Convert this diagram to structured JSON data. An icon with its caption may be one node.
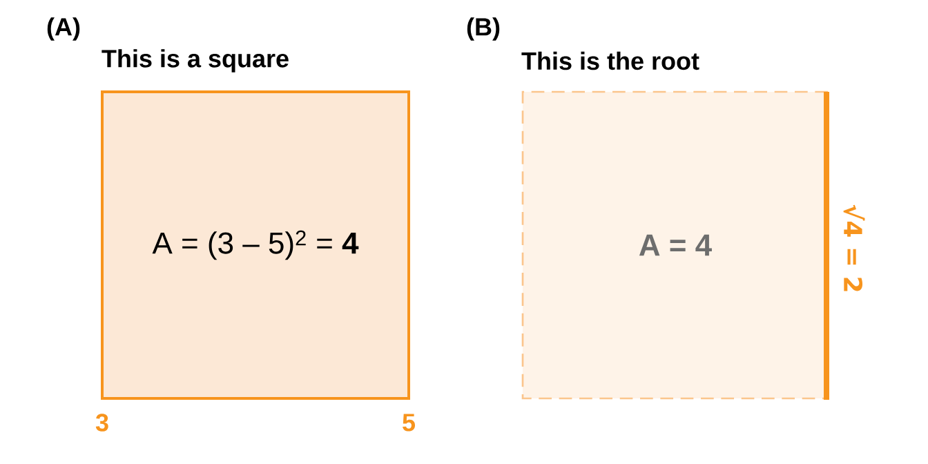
{
  "diagram": {
    "nodes": [
      {
        "text": [
          "This is a square",
          "A = (3 – 5)$^{2}$ = **4**"
        ]
      },
      {
        "text": [
          "This is the root",
          "A = 4"
        ],
        "beside": [
          "√4 = 2"
        ]
      }
    ],
    "labels": [
      "(A)",
      "(B)",
      "3",
      "5"
    ]
  }
}
